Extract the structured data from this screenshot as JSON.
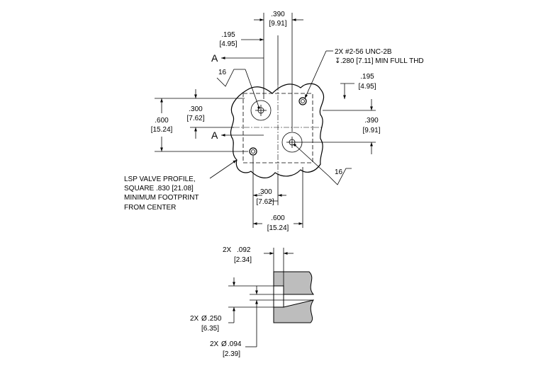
{
  "top_view": {
    "dim_390_top": {
      "value": ".390",
      "metric": "[9.91]"
    },
    "dim_195_left": {
      "value": ".195",
      "metric": "[4.95]"
    },
    "section_label_upper": "A",
    "section_label_lower": "A",
    "surface_finish_upper": "16",
    "surface_finish_lower": "16",
    "thread_note_line1": "2X #2-56 UNC-2B",
    "thread_note_line2": ".280 [7.11] MIN FULL THD",
    "depth_symbol": "↧",
    "dim_195_right": {
      "value": ".195",
      "metric": "[4.95]"
    },
    "dim_390_right": {
      "value": ".390",
      "metric": "[9.91]"
    },
    "dim_600_left": {
      "value": ".600",
      "metric": "[15.24]"
    },
    "dim_300_left": {
      "value": ".300",
      "metric": "[7.62]"
    },
    "dim_300_bottom": {
      "value": ".300",
      "metric": "[7.62]"
    },
    "dim_600_bottom": {
      "value": ".600",
      "metric": "[15.24]"
    },
    "profile_note": [
      "LSP VALVE PROFILE,",
      "SQUARE .830 [21.08]",
      "MINIMUM FOOTPRINT",
      "FROM CENTER"
    ]
  },
  "section_view": {
    "dim_092": {
      "prefix": "2X",
      "value": ".092",
      "metric": "[2.34]"
    },
    "dim_250": {
      "prefix": "2X",
      "diameter_symbol": "Ø",
      "value": ".250",
      "metric": "[6.35]"
    },
    "dim_094": {
      "prefix": "2X",
      "diameter_symbol": "Ø",
      "value": ".094",
      "metric": "[2.39]"
    }
  },
  "colors": {
    "ink": "#000000",
    "section_fill": "#bdbdbd",
    "background": "#ffffff"
  }
}
